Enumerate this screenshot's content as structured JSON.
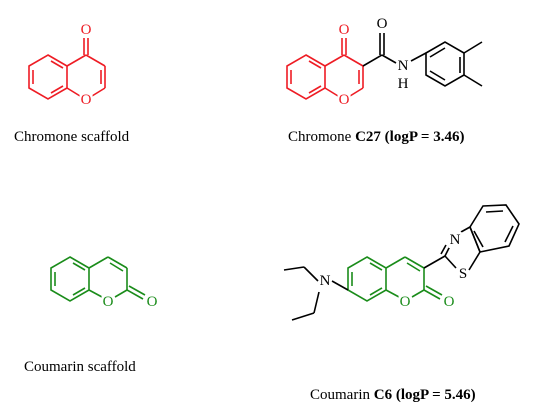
{
  "colors": {
    "chromone": "#ee1c24",
    "coumarin": "#1a8c1a",
    "bond": "#000000"
  },
  "structures": [
    {
      "id": "chromone-scaffold",
      "caption": [
        {
          "text": "Chromone scaffold",
          "bold": false
        }
      ]
    },
    {
      "id": "chromone-c27",
      "caption": [
        {
          "text": "Chromone ",
          "bold": false
        },
        {
          "text": "C27",
          "bold": true
        },
        {
          "text": " (logP = 3.46)",
          "bold": true
        }
      ]
    },
    {
      "id": "coumarin-scaffold",
      "caption": [
        {
          "text": "Coumarin scaffold",
          "bold": false
        }
      ]
    },
    {
      "id": "coumarin-c6",
      "caption": [
        {
          "text": "Coumarin ",
          "bold": false
        },
        {
          "text": "C6",
          "bold": true
        },
        {
          "text": " (logP = 5.46)",
          "bold": true
        }
      ]
    }
  ],
  "atom_labels": {
    "oxygen": "O",
    "nitrogen": "N",
    "hydrogen": "H",
    "sulfur": "S"
  }
}
